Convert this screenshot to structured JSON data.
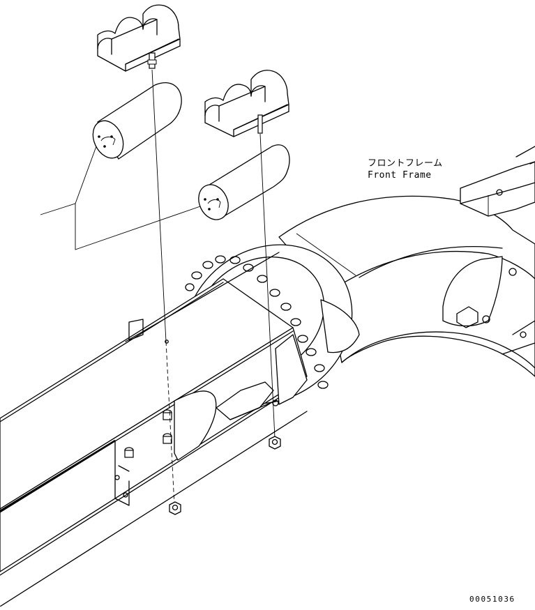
{
  "labels": {
    "part_name_jp": "フロントフレーム",
    "part_name_en": "Front Frame",
    "drawing_number": "00051036"
  },
  "colors": {
    "line": "#000000",
    "background": "#ffffff"
  }
}
